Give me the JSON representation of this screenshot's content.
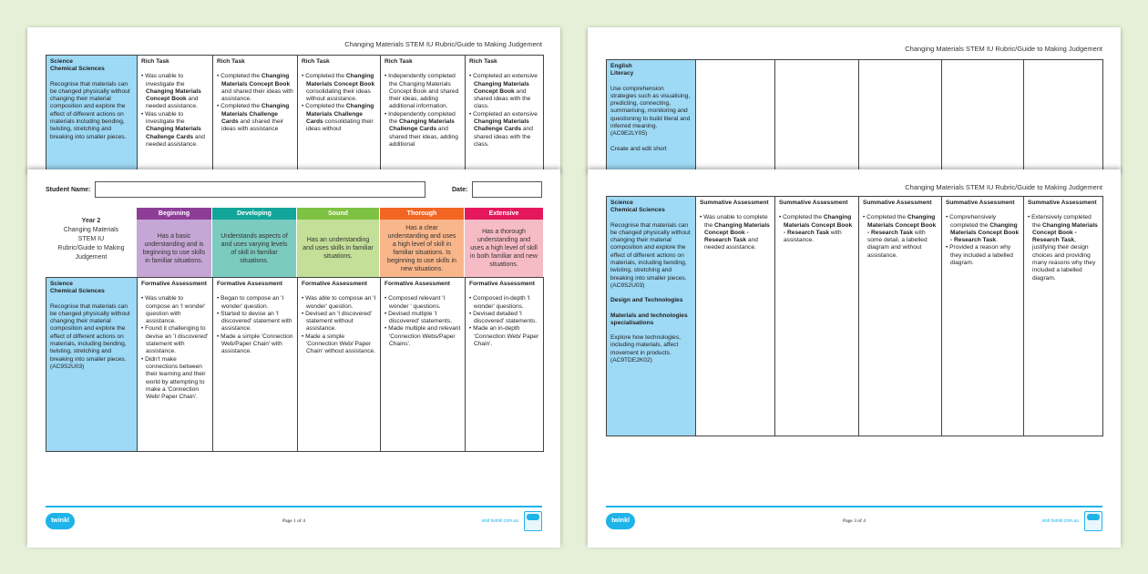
{
  "header_title": "Changing Materials STEM IU Rubric/Guide to Making Judgement",
  "colors": {
    "background": "#e6f0d8",
    "subject_cell": "#9ed9f5",
    "footer_line": "#1eb4ea"
  },
  "back_left": {
    "rows": [
      {
        "subject": {
          "title": "Science",
          "subtitle": "Chemical Sciences",
          "texts": [
            "Recognise that materials can be changed physically without changing their material composition and explore the effect of different actions on materials including bending, twisting, stretching and breaking into smaller pieces."
          ]
        },
        "cells": [
          {
            "heading": "Rich Task",
            "bullets": [
              [
                {
                  "t": "Was unable to investigate the "
                },
                {
                  "t": "Changing Materials Concept Book",
                  "b": true
                },
                {
                  "t": " and needed assistance."
                }
              ],
              [
                {
                  "t": "Was unable to investigate the "
                },
                {
                  "t": "Changing Materials Challenge Cards",
                  "b": true
                },
                {
                  "t": " and needed assistance."
                }
              ]
            ]
          },
          {
            "heading": "Rich Task",
            "bullets": [
              [
                {
                  "t": "Completed the "
                },
                {
                  "t": "Changing Materials Concept Book",
                  "b": true
                },
                {
                  "t": " and shared their ideas with assistance."
                }
              ],
              [
                {
                  "t": "Completed the "
                },
                {
                  "t": "Changing Materials Challenge Cards",
                  "b": true
                },
                {
                  "t": " and shared their ideas with assistance"
                }
              ]
            ]
          },
          {
            "heading": "Rich Task",
            "bullets": [
              [
                {
                  "t": "Completed the "
                },
                {
                  "t": "Changing Materials Concept Book",
                  "b": true
                },
                {
                  "t": " consolidating their ideas without assistance."
                }
              ],
              [
                {
                  "t": "Completed the "
                },
                {
                  "t": "Changing Materials Challenge Cards",
                  "b": true
                },
                {
                  "t": " consolidating their ideas without"
                }
              ]
            ]
          },
          {
            "heading": "Rich Task",
            "bullets": [
              [
                {
                  "t": "Independently completed the Changing Materials Concept Book and shared their ideas, adding additional information."
                }
              ],
              [
                {
                  "t": "Independently completed the "
                },
                {
                  "t": "Changing Materials Challenge Cards",
                  "b": true
                },
                {
                  "t": " and shared their ideas, adding additional"
                }
              ]
            ]
          },
          {
            "heading": "Rich Task",
            "bullets": [
              [
                {
                  "t": "Completed an extensive "
                },
                {
                  "t": "Changing Materials Concept Book",
                  "b": true
                },
                {
                  "t": " and shared ideas with the class."
                }
              ],
              [
                {
                  "t": "Completed an extensive "
                },
                {
                  "t": "Changing Materials Challenge Cards",
                  "b": true
                },
                {
                  "t": " and shared ideas with the class."
                }
              ]
            ]
          }
        ]
      }
    ]
  },
  "front_left": {
    "student_name_label": "Student Name:",
    "student_name_value": "",
    "date_label": "Date:",
    "date_value": "",
    "title_lines": [
      "Year 2",
      "Changing Materials",
      "STEM IU",
      "Rubric/Guide to Making",
      "Judgement"
    ],
    "levels": [
      {
        "name": "Beginning",
        "desc": "Has a basic understanding and is beginning to use skills in familiar situations.",
        "color": "#8e3d97",
        "bg": "#c6a6d4"
      },
      {
        "name": "Developing",
        "desc": "Understands aspects of and uses varying levels of skill in familiar situations.",
        "color": "#12a59a",
        "bg": "#7ccbbf"
      },
      {
        "name": "Sound",
        "desc": "Has an understanding and uses skills in familiar situations.",
        "color": "#7dc243",
        "bg": "#c3df98"
      },
      {
        "name": "Thorough",
        "desc": "Has a clear understanding and uses a high level of skill in familiar situations. Is beginning to use skills in new situations.",
        "color": "#f26522",
        "bg": "#f9b68a"
      },
      {
        "name": "Extensive",
        "desc": "Has a thorough understanding and uses a high level of skill in both familiar and new situations.",
        "color": "#e5185d",
        "bg": "#f6bcc6"
      }
    ],
    "rows": [
      {
        "subject": {
          "title": "Science",
          "subtitle": "Chemical Sciences",
          "texts": [
            "Recognise that materials can be changed physically without changing their material composition and explore the effect of different actions on materials, including bending, twisting, stretching and breaking into smaller pieces. (AC9S2U03)"
          ]
        },
        "cells": [
          {
            "heading": "Formative Assessment",
            "bullets": [
              [
                {
                  "t": "Was unable to compose an 'I wonder' question with assistance."
                }
              ],
              [
                {
                  "t": "Found it challenging to devise an 'I discovered' statement with assistance."
                }
              ],
              [
                {
                  "t": "Didn't make connections between their learning and their world by attempting to make a 'Connection Web/ Paper Chain'."
                }
              ]
            ]
          },
          {
            "heading": "Formative Assessment",
            "bullets": [
              [
                {
                  "t": "Began to compose an 'I wonder' question."
                }
              ],
              [
                {
                  "t": "Started to devise an 'I discovered' statement with assistance."
                }
              ],
              [
                {
                  "t": "Made a simple 'Connection Web/Paper Chain' with assistance."
                }
              ]
            ]
          },
          {
            "heading": "Formative Assessment",
            "bullets": [
              [
                {
                  "t": "Was able to compose an 'I wonder' question."
                }
              ],
              [
                {
                  "t": "Devised an 'I discovered' statement without assistance."
                }
              ],
              [
                {
                  "t": "Made a simple 'Connection Web/ Paper Chain' without assistance."
                }
              ]
            ]
          },
          {
            "heading": "Formative Assessment",
            "bullets": [
              [
                {
                  "t": "Composed relevant 'I wonder ' questions."
                }
              ],
              [
                {
                  "t": "Devised multiple 'I discovered' statements."
                }
              ],
              [
                {
                  "t": "Made multiple and relevant 'Connection Webs/Paper Chains'."
                }
              ]
            ]
          },
          {
            "heading": "Formative Assessment",
            "bullets": [
              [
                {
                  "t": "Composed in-depth 'I wonder' questions."
                }
              ],
              [
                {
                  "t": "Devised detailed 'I discovered' statements."
                }
              ],
              [
                {
                  "t": "Made an in-depth 'Connection Web/ Paper Chain'."
                }
              ]
            ]
          }
        ]
      }
    ],
    "page_label": "Page 1 of 4"
  },
  "back_right": {
    "rows": [
      {
        "subject": {
          "title": "English",
          "subtitle": "Literacy",
          "texts": [
            "Use comprehension strategies such as visualising, predicting, connecting, summarising, monitoring and questioning to build literal and inferred meaning. (AC9E2LY05)",
            "Create and edit short"
          ]
        },
        "cells": [
          {
            "heading": "",
            "bullets": []
          },
          {
            "heading": "",
            "bullets": []
          },
          {
            "heading": "",
            "bullets": []
          },
          {
            "heading": "",
            "bullets": []
          },
          {
            "heading": "",
            "bullets": []
          }
        ]
      }
    ]
  },
  "front_right": {
    "rows": [
      {
        "subject": {
          "title": "Science",
          "subtitle": "Chemical Sciences",
          "texts": [
            "Recognise that materials can be changed physically without changing their material composition and explore the effect of different actions on materials, including bending, twisting, stretching and breaking into smaller pieces. (AC9S2U03)"
          ],
          "extra": [
            {
              "title": "Design and Technologies"
            },
            {
              "title": "Materials and technologies specialisations"
            },
            {
              "text": "Explore how technologies, including materials, affect movement in products. (AC9TDE2K02)"
            }
          ]
        },
        "cells": [
          {
            "heading": "Summative Assessment",
            "bullets": [
              [
                {
                  "t": "Was unable to complete the "
                },
                {
                  "t": "Changing Materials Concept Book - Research Task",
                  "b": true
                },
                {
                  "t": " and needed assistance."
                }
              ]
            ]
          },
          {
            "heading": "Summative Assessment",
            "bullets": [
              [
                {
                  "t": "Completed the "
                },
                {
                  "t": "Changing Materials Concept Book - Research Task",
                  "b": true
                },
                {
                  "t": " with assistance."
                }
              ]
            ]
          },
          {
            "heading": "Summative Assessment",
            "bullets": [
              [
                {
                  "t": "Completed the "
                },
                {
                  "t": "Changing Materials Concept Book - Research Task",
                  "b": true
                },
                {
                  "t": " with some detail, a labelled diagram and without assistance."
                }
              ]
            ]
          },
          {
            "heading": "Summative Assessment",
            "bullets": [
              [
                {
                  "t": "Comprehensively completed the "
                },
                {
                  "t": "Changing Materials Concept Book - Research Task",
                  "b": true
                },
                {
                  "t": "."
                }
              ],
              [
                {
                  "t": "Provided a reason why they included a labelled diagram."
                }
              ]
            ]
          },
          {
            "heading": "Summative Assessment",
            "bullets": [
              [
                {
                  "t": "Extensively completed the "
                },
                {
                  "t": "Changing Materials Concept Book - Research Task",
                  "b": true
                },
                {
                  "t": ", justifying their design choices and providing many reasons why they included a labelled diagram."
                }
              ]
            ]
          }
        ]
      }
    ],
    "page_label": "Page 3 of 4"
  },
  "footer": {
    "logo": "twinkl",
    "url": "visit twinkl.com.au"
  }
}
